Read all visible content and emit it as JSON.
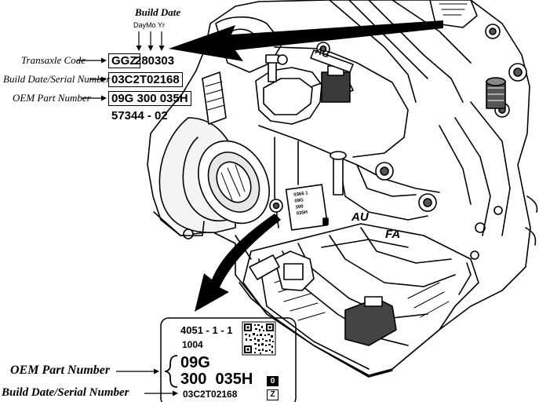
{
  "top_plate": {
    "build_date_title": "Build Date",
    "build_date_parts": [
      "Day",
      "Mo",
      "Yr"
    ],
    "labels": {
      "transaxle_code": "Transaxle Code",
      "build_serial": "Build Date/Serial Number",
      "oem_part": "OEM Part Number"
    },
    "values": {
      "transaxle_code": "GGZ",
      "build_date": "280303",
      "serial": "03C2T02168",
      "oem_part": "09G 300 035H",
      "extra": "57344 - 02"
    }
  },
  "case_marks": {
    "case_text_1": "AU",
    "case_text_2": "FA",
    "case_text_3": "AG",
    "small_label_lines": [
      "0366 1",
      "09G",
      "300",
      "035H"
    ]
  },
  "bottom_label": {
    "line1": "4051 - 1 - 1",
    "line2": "1004",
    "part_line1": "09G",
    "part_line2": "300  035H",
    "serial": "03C2T02168",
    "box1": "0",
    "box2": "Z",
    "oem_label": "OEM Part Number",
    "build_label": "Build Date/Serial Number"
  }
}
